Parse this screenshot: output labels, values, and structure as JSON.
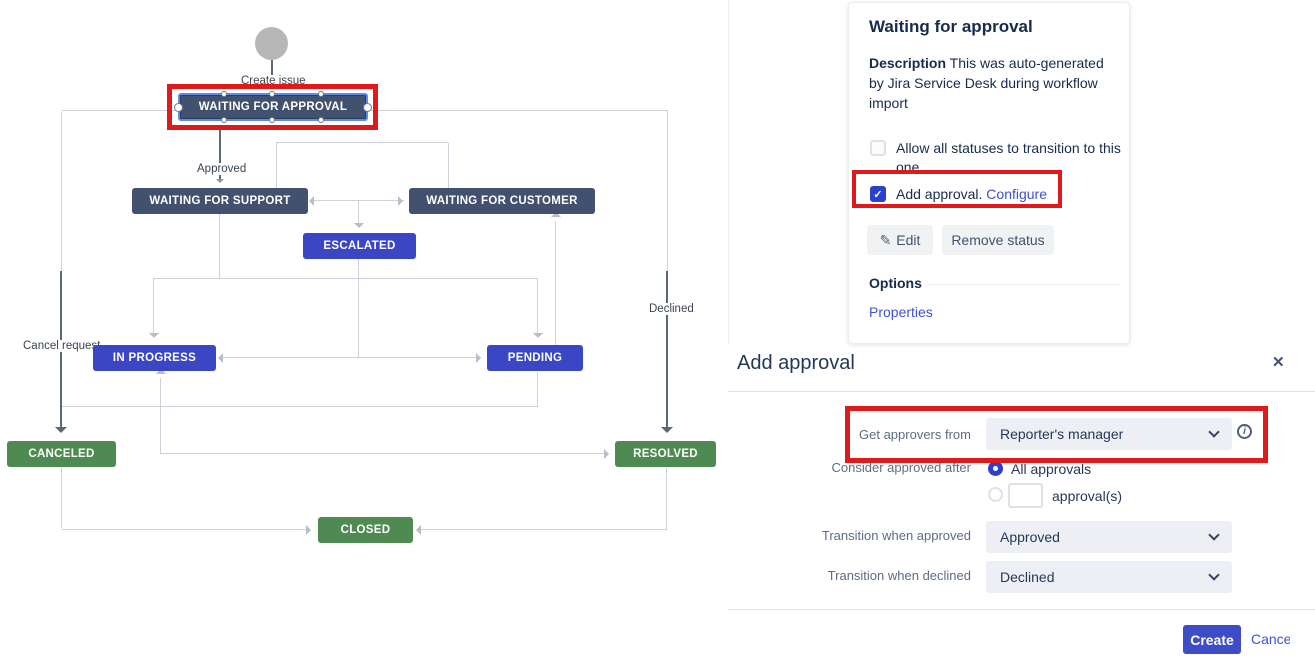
{
  "colors": {
    "node_slate": "#42526E",
    "node_blue": "#3A46C4",
    "node_green": "#4E8A52",
    "accent_button": "#3E4DC7",
    "link_blue": "#3D52D6",
    "annotation_red": "#E0191B",
    "connector_gray": "#CDD2DA"
  },
  "icons": {
    "close": "✕",
    "pencil": "✎",
    "check": "✓",
    "info": "i"
  },
  "diagram": {
    "start_label": "Create issue",
    "nodes": [
      {
        "id": "waiting-for-approval",
        "label": "WAITING FOR APPROVAL",
        "color": "slate",
        "selected": true
      },
      {
        "id": "waiting-for-support",
        "label": "WAITING FOR SUPPORT",
        "color": "slate"
      },
      {
        "id": "waiting-for-customer",
        "label": "WAITING FOR CUSTOMER",
        "color": "slate"
      },
      {
        "id": "escalated",
        "label": "ESCALATED",
        "color": "blue"
      },
      {
        "id": "in-progress",
        "label": "IN PROGRESS",
        "color": "blue"
      },
      {
        "id": "pending",
        "label": "PENDING",
        "color": "blue"
      },
      {
        "id": "canceled",
        "label": "CANCELED",
        "color": "green"
      },
      {
        "id": "resolved",
        "label": "RESOLVED",
        "color": "green"
      },
      {
        "id": "closed",
        "label": "CLOSED",
        "color": "green"
      }
    ],
    "transitions": {
      "approved": "Approved",
      "declined": "Declined",
      "cancel_request": "Cancel request"
    }
  },
  "status_panel": {
    "title": "Waiting for approval",
    "description_label": "Description",
    "description_text": " This was auto-generated by Jira Service Desk during workflow import",
    "allow_all_label": "Allow all statuses to transition to this one",
    "add_approval_label": "Add approval.",
    "configure_link": "Configure",
    "edit_button": "Edit",
    "remove_status_button": "Remove status",
    "options_heading": "Options",
    "properties_link": "Properties"
  },
  "dialog": {
    "title": "Add approval",
    "get_approvers": {
      "label": "Get approvers from",
      "value": "Reporter's manager"
    },
    "consider": {
      "label": "Consider approved after",
      "all_option": "All approvals",
      "count_value": "",
      "count_suffix": "approval(s)"
    },
    "approved": {
      "label": "Transition when approved",
      "value": "Approved"
    },
    "declined": {
      "label": "Transition when declined",
      "value": "Declined"
    },
    "create_button": "Create",
    "cancel_link": "Cancel"
  }
}
